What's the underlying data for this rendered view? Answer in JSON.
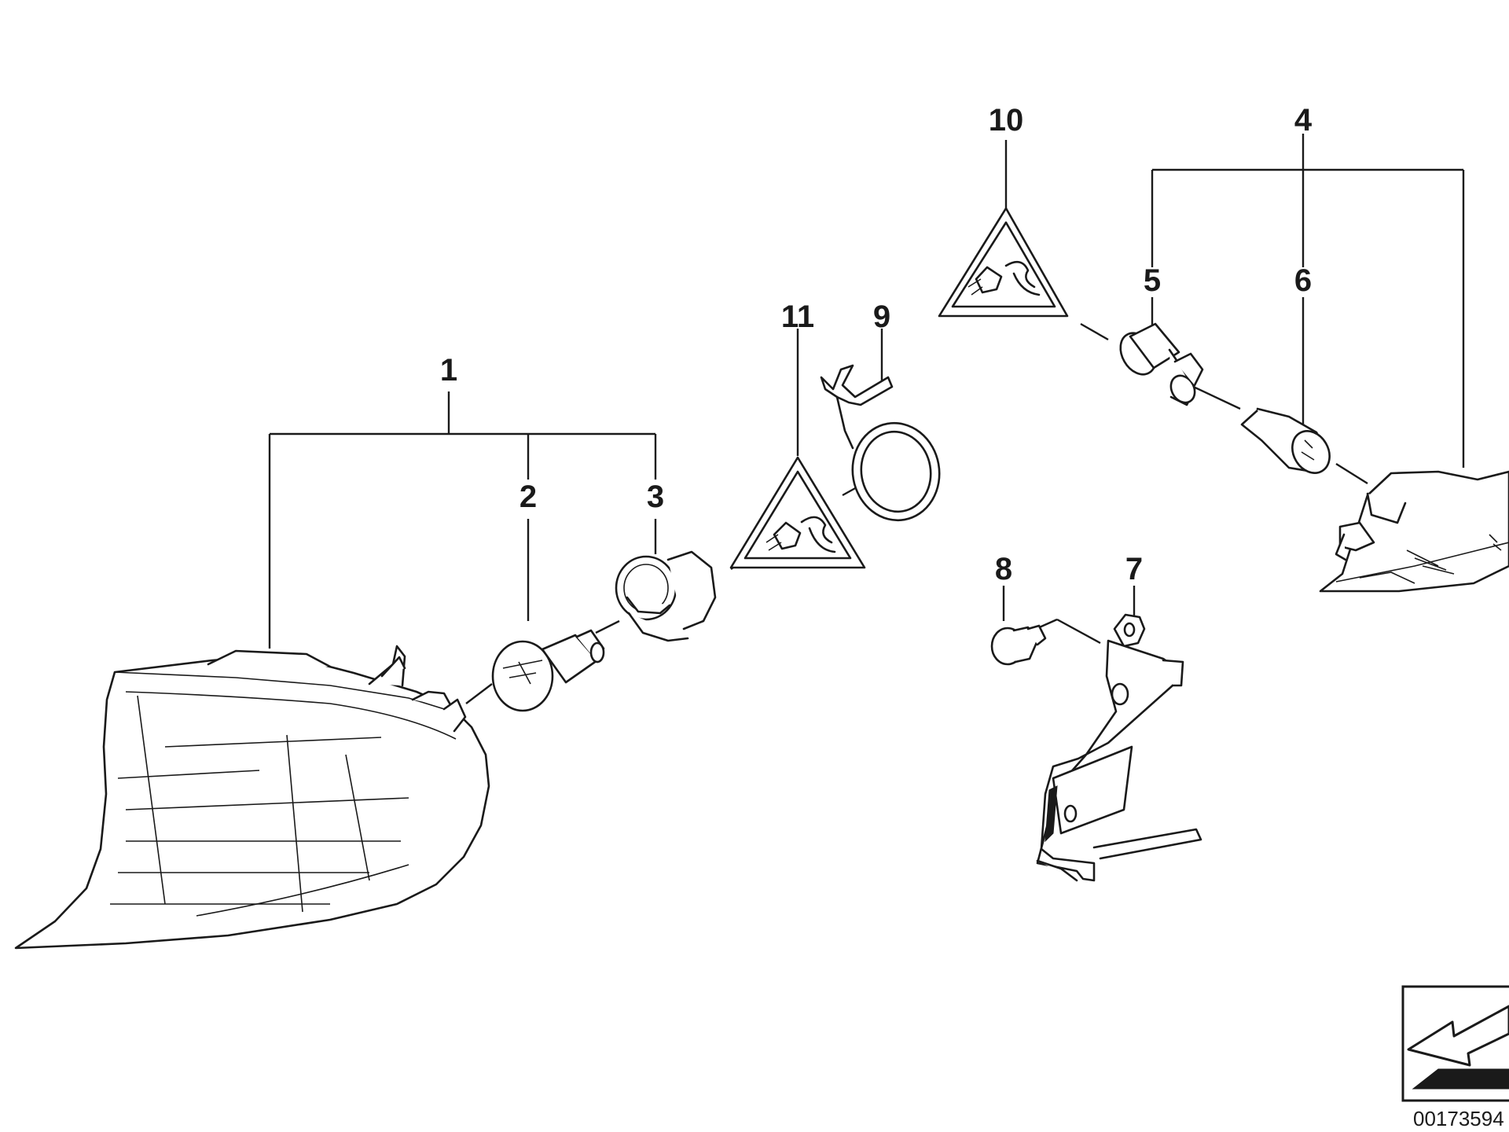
{
  "callouts": {
    "c1": "1",
    "c2": "2",
    "c3": "3",
    "c4": "4",
    "c5": "5",
    "c6": "6",
    "c7": "7",
    "c8": "8",
    "c9": "9",
    "c10": "10",
    "c11": "11"
  },
  "reference_number": "00173594",
  "icons": {
    "warning_1": "plug-warning-triangle-icon",
    "warning_2": "plug-warning-triangle-icon",
    "orientation": "direction-arrow-icon"
  },
  "colors": {
    "line": "#1a1a1a",
    "background": "#ffffff"
  }
}
